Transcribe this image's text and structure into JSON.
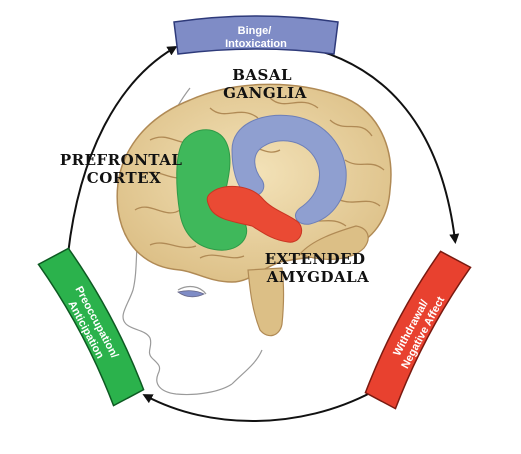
{
  "cycle": {
    "stages": [
      {
        "id": "binge",
        "lines": [
          "Binge/",
          "Intoxication"
        ],
        "color": "#7f8cc6"
      },
      {
        "id": "withdrawal",
        "lines": [
          "Withdrawal/",
          "Negative Affect"
        ],
        "color": "#e8412f"
      },
      {
        "id": "preoccupation",
        "lines": [
          "Preoccupation/",
          "Anticipation"
        ],
        "color": "#2bb24c"
      }
    ]
  },
  "regions": {
    "basal_ganglia": {
      "lines": [
        "Basal",
        "Ganglia"
      ],
      "color": "#8f9fd0"
    },
    "prefrontal_cortex": {
      "lines": [
        "Prefrontal",
        "Cortex"
      ],
      "color": "#3fb85b"
    },
    "extended_amygdala": {
      "lines": [
        "Extended",
        "Amygdala"
      ],
      "color": "#ea4a34"
    }
  },
  "colors": {
    "brain": "#e9d3a2",
    "brain_outline": "#b08a55",
    "cycle_arrow": "#111111",
    "face_outline": "#9a9a9a"
  }
}
